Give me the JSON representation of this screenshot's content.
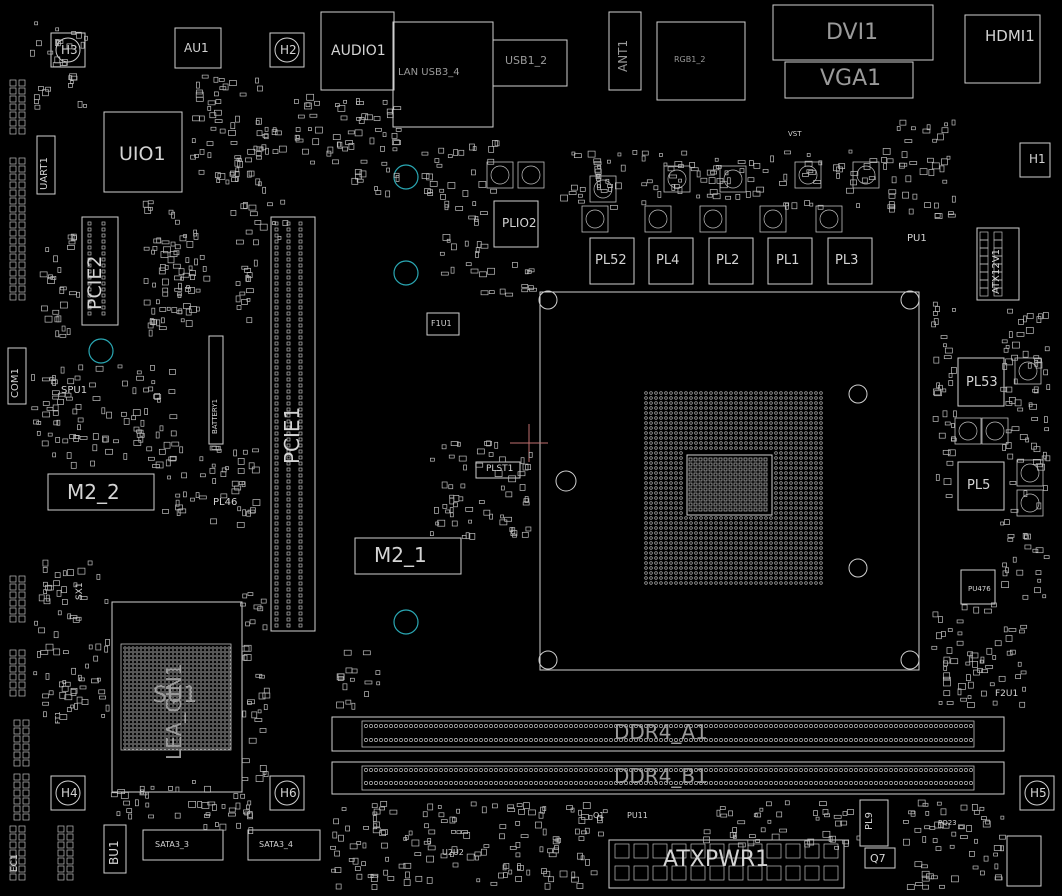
{
  "colors": {
    "background": "#000000",
    "outline": "#cfcfcf",
    "hole": "#2aa7b3",
    "crosshair": "#c07070"
  },
  "components": {
    "uio1": "UIO1",
    "au1": "AU1",
    "h3": "H3",
    "h2": "H2",
    "h1": "H1",
    "h4": "H4",
    "h5": "H5",
    "h6": "H6",
    "audio1": "AUDIO1",
    "lan_usb": "LAN USB3_4",
    "usb12": "USB1_2",
    "ant1": "ANT1",
    "rgb": "RGB1_2",
    "dvi1": "DVI1",
    "vga1": "VGA1",
    "hdmi1": "HDMI1",
    "uart1": "UART1",
    "pcie2": "PCIE2",
    "pcie1": "PCIE1",
    "plio2": "PLIO2",
    "pl52": "PL52",
    "pl4": "PL4",
    "pl2": "PL2",
    "pl1": "PL1",
    "pl3": "PL3",
    "pu1": "PU1",
    "atx12v1": "ATX12V1",
    "spu1": "SPU1",
    "com1": "COM1",
    "battery1": "BATTERY1",
    "f1u1": "F1U1",
    "plst1": "PLST1",
    "pl53": "PL53",
    "pl5": "PL5",
    "m2_2": "M2_2",
    "m2_1": "M2_1",
    "pl46": "PL46",
    "pu476": "PU476",
    "su1": "SU1",
    "lea": "LEA_GIN1",
    "f2u1": "F2U1",
    "ddr4_a1": "DDR4_A1",
    "ddr4_b1": "DDR4_B1",
    "atxpwr1": "ATXPWR1",
    "sata3_3": "SATA3_3",
    "sata3_4": "SATA3_4",
    "bu1": "BU1",
    "u2u2": "U2U2",
    "pu11": "PU11",
    "pl9": "PL9",
    "q7": "Q7",
    "q1": "Q1",
    "pq23": "PQ23",
    "sx1": "SX1",
    "ft1": "FT1",
    "ec1": "EC1",
    "vst": "VST"
  }
}
